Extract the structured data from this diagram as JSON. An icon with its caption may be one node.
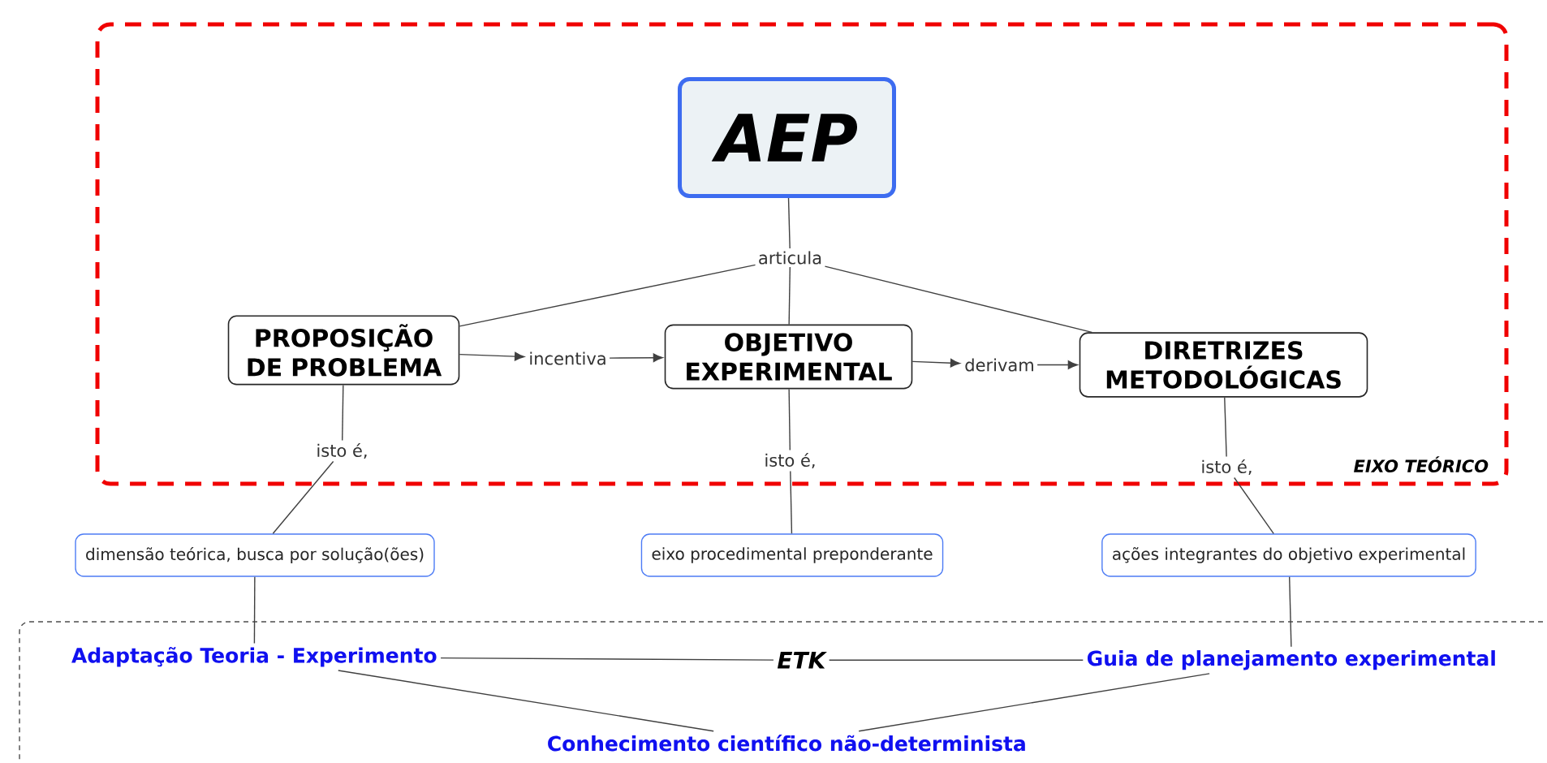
{
  "diagram": {
    "nodes": [
      {
        "text": [
          "EIXO TEÓRICO"
        ]
      },
      {
        "text": [
          "AEP"
        ],
        "in": 0
      },
      {
        "text": [
          "articula"
        ],
        "in": 0
      },
      {
        "text": [
          "PROPOSIÇÃO DE PROBLEMA"
        ],
        "in": 0
      },
      {
        "text": [
          "incentiva"
        ],
        "in": 0
      },
      {
        "text": [
          "OBJETIVO EXPERIMENTAL"
        ],
        "in": 0
      },
      {
        "text": [
          "derivam"
        ],
        "in": 0
      },
      {
        "text": [
          "DIRETRIZES METODOLÓGICAS"
        ],
        "in": 0
      },
      {
        "text": [
          "isto é,"
        ],
        "in": 0
      },
      {
        "text": [
          "isto é,"
        ],
        "in": 0
      },
      {
        "text": [
          "isto é,"
        ],
        "in": 0
      },
      {
        "text": [
          "dimensão teórica, busca por solução(ões)"
        ]
      },
      {
        "text": [
          "eixo procedimental preponderante"
        ]
      },
      {
        "text": [
          "ações integrantes do objetivo experimental"
        ]
      },
      {
        "text": [],
        "shape": "box"
      },
      {
        "text": [
          "Adaptação Teoria - Experimento"
        ],
        "in": 14
      },
      {
        "text": [
          "ETK"
        ],
        "in": 14
      },
      {
        "text": [
          "Guia de planejamento experimental"
        ],
        "in": 14
      },
      {
        "text": [
          "Conhecimento científico não-determinista"
        ],
        "in": 14
      }
    ],
    "edges": [
      {
        "from": 1,
        "to": 2,
        "arrow": "none"
      },
      {
        "from": 2,
        "to": 3,
        "arrow": "none"
      },
      {
        "from": 2,
        "to": 5,
        "arrow": "none"
      },
      {
        "from": 2,
        "to": 7,
        "arrow": "none"
      },
      {
        "from": 3,
        "to": 4,
        "arrow": "to"
      },
      {
        "from": 4,
        "to": 5,
        "arrow": "to"
      },
      {
        "from": 5,
        "to": 6,
        "arrow": "to"
      },
      {
        "from": 6,
        "to": 7,
        "arrow": "to"
      },
      {
        "from": 3,
        "to": 8,
        "arrow": "none"
      },
      {
        "from": 8,
        "to": 11,
        "arrow": "none"
      },
      {
        "from": 5,
        "to": 9,
        "arrow": "none"
      },
      {
        "from": 9,
        "to": 12,
        "arrow": "none"
      },
      {
        "from": 7,
        "to": 10,
        "arrow": "none"
      },
      {
        "from": 10,
        "to": 13,
        "arrow": "none"
      },
      {
        "from": 11,
        "to": 15,
        "arrow": "none"
      },
      {
        "from": 13,
        "to": 17,
        "arrow": "none"
      },
      {
        "from": 15,
        "to": 16,
        "arrow": "none"
      },
      {
        "from": 16,
        "to": 17,
        "arrow": "none"
      },
      {
        "from": 15,
        "to": 18,
        "arrow": "none"
      },
      {
        "from": 17,
        "to": 18,
        "arrow": "none"
      }
    ]
  }
}
